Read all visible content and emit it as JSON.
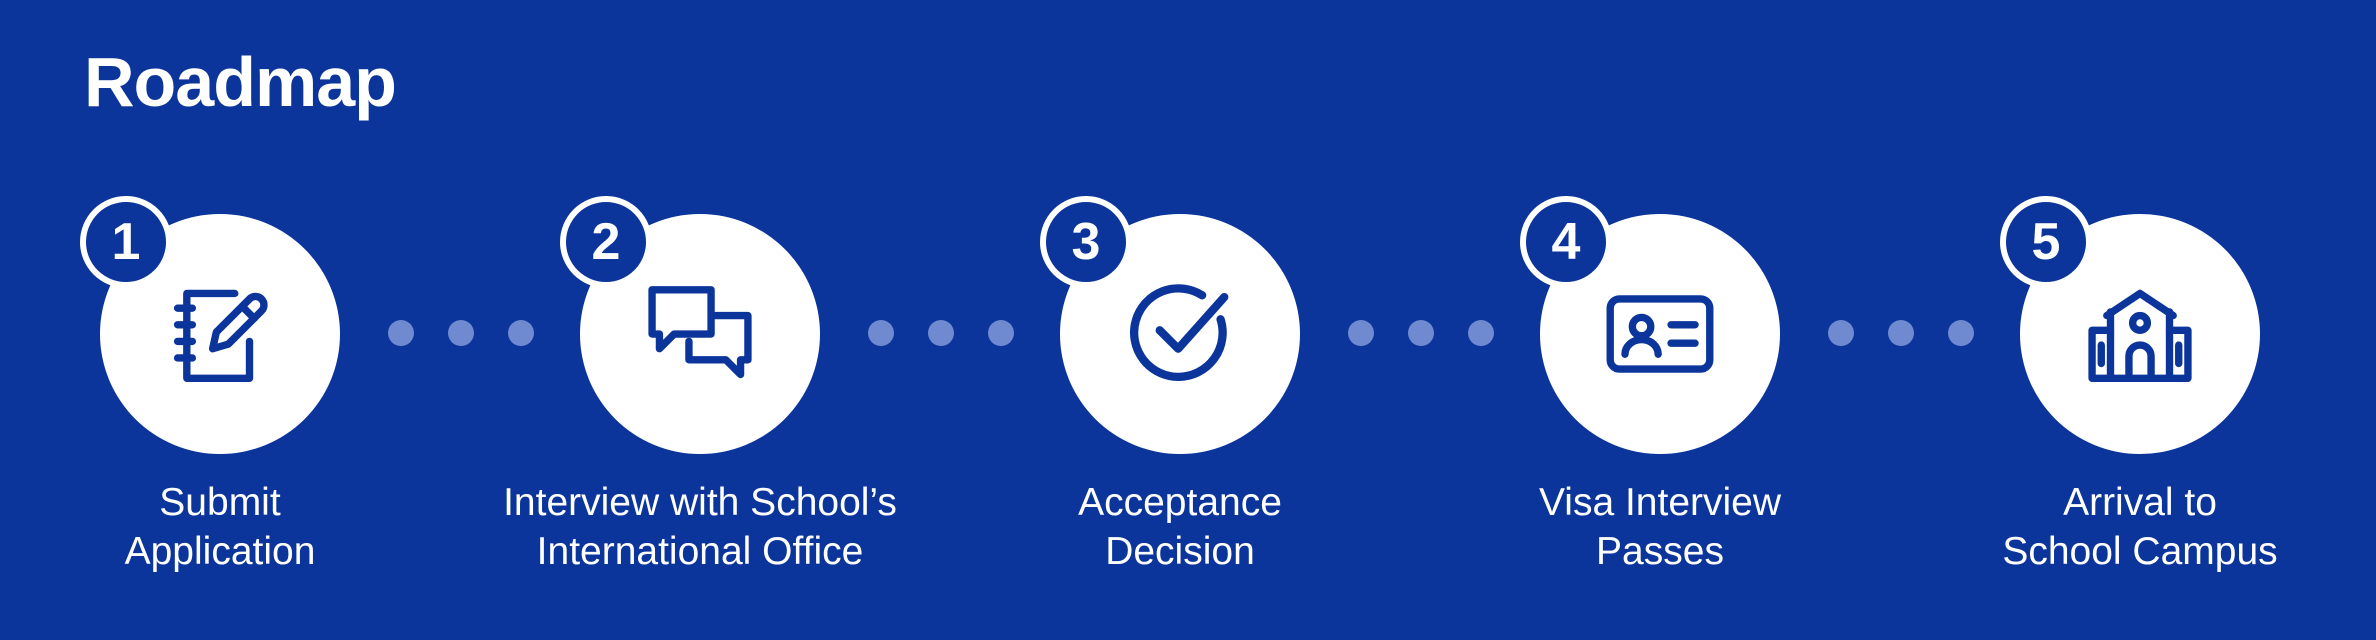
{
  "title": "Roadmap",
  "colors": {
    "background": "#0c359c",
    "circle": "#ffffff",
    "dots": "#6f8ad0"
  },
  "steps": [
    {
      "number": "1",
      "icon": "notebook-pen-icon",
      "label_lines": [
        "Submit",
        "Application"
      ]
    },
    {
      "number": "2",
      "icon": "chat-bubbles-icon",
      "label_lines": [
        "Interview with School’s",
        "International Office"
      ]
    },
    {
      "number": "3",
      "icon": "check-circle-icon",
      "label_lines": [
        "Acceptance",
        "Decision"
      ]
    },
    {
      "number": "4",
      "icon": "id-card-icon",
      "label_lines": [
        "Visa Interview",
        "Passes"
      ]
    },
    {
      "number": "5",
      "icon": "school-building-icon",
      "label_lines": [
        "Arrival to",
        "School Campus"
      ]
    }
  ]
}
